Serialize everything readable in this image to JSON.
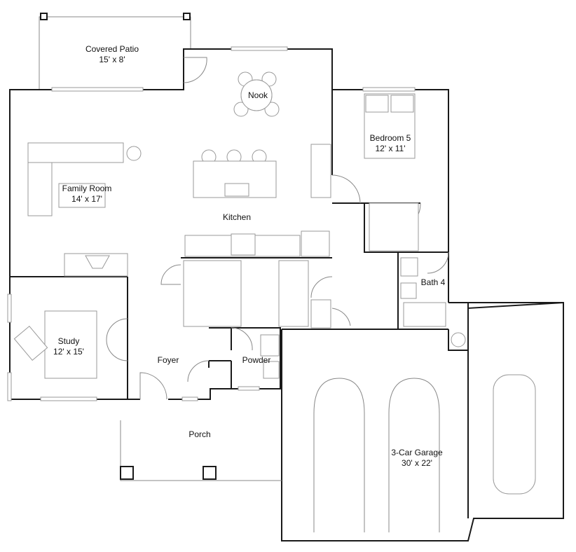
{
  "title": "Floor Plan",
  "rooms": {
    "patio": {
      "name": "Covered Patio",
      "size": "15' x 8'"
    },
    "nook": {
      "name": "Nook"
    },
    "bedroom5": {
      "name": "Bedroom 5",
      "size": "12' x 11'"
    },
    "family": {
      "name": "Family Room",
      "size": "14' x 17'"
    },
    "kitchen": {
      "name": "Kitchen"
    },
    "bath4": {
      "name": "Bath 4"
    },
    "study": {
      "name": "Study",
      "size": "12' x 15'"
    },
    "foyer": {
      "name": "Foyer"
    },
    "powder": {
      "name": "Powder"
    },
    "porch": {
      "name": "Porch"
    },
    "garage": {
      "name": "3-Car Garage",
      "size": "30' x 22'"
    }
  }
}
